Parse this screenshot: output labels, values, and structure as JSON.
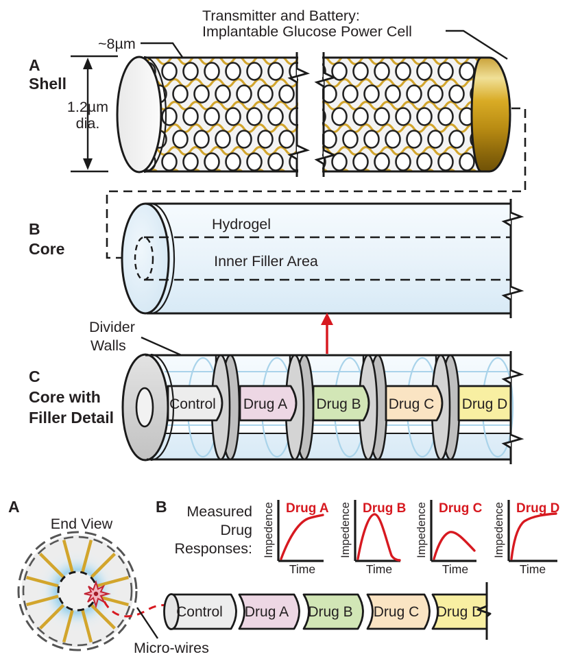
{
  "figure": {
    "top": {
      "title_line1": "Transmitter and Battery:",
      "title_line2": "Implantable Glucose Power Cell"
    },
    "panel_a": {
      "letter": "A",
      "label": "Shell",
      "pore_dim": "~8µm",
      "dia_value": "1.2µm",
      "dia_unit": "dia."
    },
    "panel_b": {
      "letter": "B",
      "label": "Core",
      "hydrogel": "Hydrogel",
      "inner_filler": "Inner Filler Area"
    },
    "panel_c": {
      "letter": "C",
      "label_line1": "Core with",
      "label_line2": "Filler Detail",
      "divider_line1": "Divider",
      "divider_line2": "Walls"
    },
    "segments": [
      {
        "label": "Control",
        "color": "#ededed"
      },
      {
        "label": "Drug A",
        "color": "#edd7e4"
      },
      {
        "label": "Drug B",
        "color": "#d2e6b6"
      },
      {
        "label": "Drug C",
        "color": "#fae4c3"
      },
      {
        "label": "Drug D",
        "color": "#f8efa2"
      }
    ],
    "bottom_a": {
      "letter": "A",
      "title": "End View",
      "microwires": "Micro-wires"
    },
    "bottom_b": {
      "letter": "B",
      "caption_line1": "Measured",
      "caption_line2": "Drug",
      "caption_line3": "Responses:"
    },
    "graphs": [
      {
        "title": "Drug A",
        "xlabel": "Time",
        "ylabel": "Impedence",
        "shape": "rapid rise then plateau"
      },
      {
        "title": "Drug B",
        "xlabel": "Time",
        "ylabel": "Impedence",
        "shape": "rise to peak then decline to baseline"
      },
      {
        "title": "Drug C",
        "xlabel": "Time",
        "ylabel": "Impedence",
        "shape": "small rise then gradual decline"
      },
      {
        "title": "Drug D",
        "xlabel": "Time",
        "ylabel": "Impedence",
        "shape": "steep rise then slow increase"
      }
    ],
    "colors": {
      "gold": "#d2a52c",
      "red": "#d71920",
      "ink": "#231f20",
      "core_blue_light": "#f6fbfe",
      "core_blue": "#d8eaf6",
      "divider_gray": "#cccccc",
      "glow_blue": "#8fcdec"
    }
  },
  "chart_data": [
    {
      "type": "line",
      "title": "Drug A",
      "xlabel": "Time",
      "ylabel": "Impedence",
      "x": [
        0,
        0.15,
        0.35,
        0.6,
        1
      ],
      "values": [
        0,
        0.45,
        0.75,
        0.92,
        1
      ],
      "note": "axes unlabeled, qualitative saturating rise"
    },
    {
      "type": "line",
      "title": "Drug B",
      "xlabel": "Time",
      "ylabel": "Impedence",
      "x": [
        0,
        0.2,
        0.35,
        0.55,
        0.75,
        1
      ],
      "values": [
        0,
        0.85,
        1,
        0.45,
        0.05,
        0
      ],
      "note": "peak then return to baseline"
    },
    {
      "type": "line",
      "title": "Drug C",
      "xlabel": "Time",
      "ylabel": "Impedence",
      "x": [
        0,
        0.2,
        0.38,
        0.65,
        1
      ],
      "values": [
        0,
        0.45,
        0.58,
        0.4,
        0.2
      ],
      "note": "small bump then gradual decline"
    },
    {
      "type": "line",
      "title": "Drug D",
      "xlabel": "Time",
      "ylabel": "Impedence",
      "x": [
        0,
        0.08,
        0.25,
        0.6,
        1
      ],
      "values": [
        0,
        0.55,
        0.82,
        0.95,
        1
      ],
      "note": "steep rise then slow increase"
    }
  ]
}
